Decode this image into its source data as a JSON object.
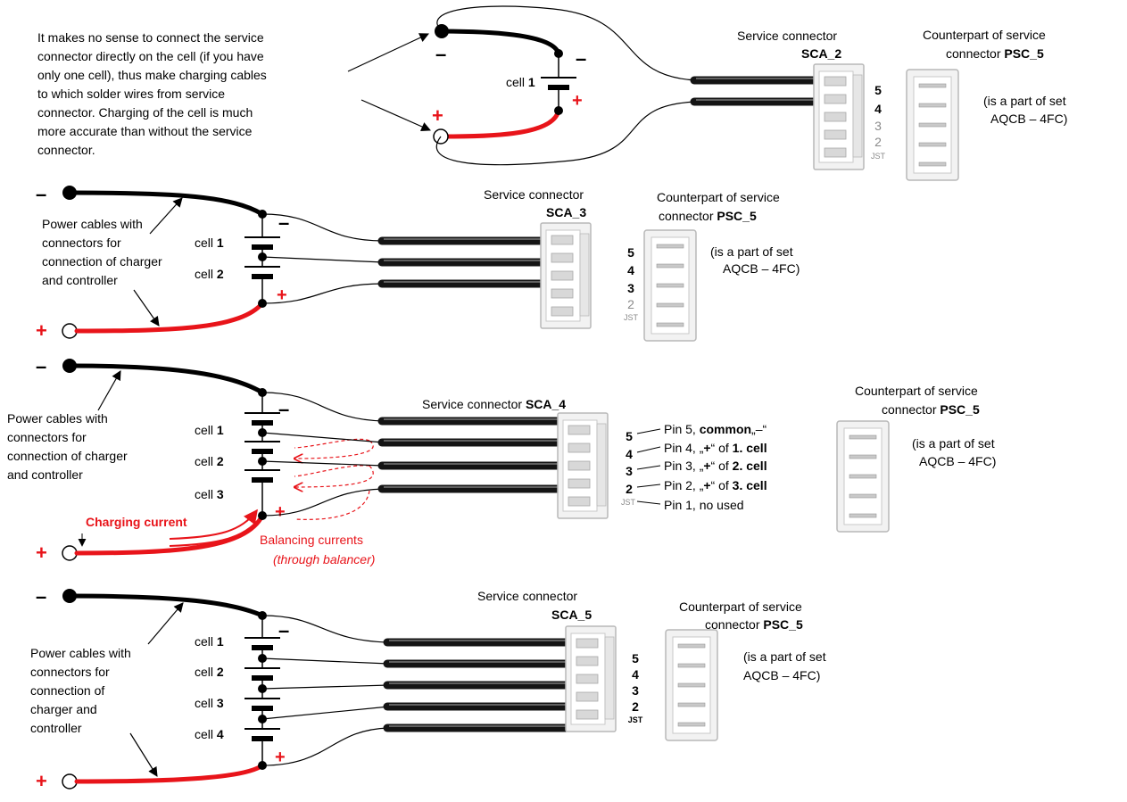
{
  "colors": {
    "positive_wire": "#e8141a",
    "negative_wire": "#000000",
    "pin_gray": "#8a8a8a"
  },
  "notes": {
    "intro_lines": [
      "It makes no sense to connect the service",
      "connector directly on the cell (if you have",
      "only one cell), thus make charging cables",
      "to which solder wires from service",
      "connector.  Charging of the cell is much",
      "more accurate than without the service",
      "connector."
    ],
    "power_cables_lines": [
      "Power cables with",
      "connectors for",
      "connection of charger",
      "and controller"
    ],
    "power_cables_lines_5": [
      "Power cables with",
      "connectors for",
      "connection of",
      "charger and",
      "controller"
    ],
    "charging_current": "Charging current",
    "balancing_currents": "Balancing currents",
    "through_balancer": "(through balancer)"
  },
  "symbols": {
    "minus": "–",
    "plus": "+"
  },
  "common": {
    "service_connector": "Service connector",
    "counterpart_line1": "Counterpart of service",
    "counterpart_line2": "connector",
    "counterpart_psc": "PSC_5",
    "set_line1": "(is a part of set",
    "set_line2": "AQCB – 4FC)",
    "cell_label": "cell",
    "jst": "JST"
  },
  "sections": [
    {
      "id": "sca2",
      "sca": "SCA_2",
      "cells": [
        "1"
      ],
      "pins": [
        "5",
        "4",
        "3",
        "2"
      ],
      "active_pins": [
        "5",
        "4"
      ]
    },
    {
      "id": "sca3",
      "sca": "SCA_3",
      "cells": [
        "1",
        "2"
      ],
      "pins": [
        "5",
        "4",
        "3",
        "2"
      ],
      "active_pins": [
        "5",
        "4",
        "3"
      ]
    },
    {
      "id": "sca4",
      "sca": "SCA_4",
      "cells": [
        "1",
        "2",
        "3"
      ],
      "pins": [
        "5",
        "4",
        "3",
        "2"
      ],
      "active_pins": [
        "5",
        "4",
        "3",
        "2"
      ]
    },
    {
      "id": "sca5",
      "sca": "SCA_5",
      "cells": [
        "1",
        "2",
        "3",
        "4"
      ],
      "pins": [
        "5",
        "4",
        "3",
        "2"
      ],
      "active_pins": [
        "5",
        "4",
        "3",
        "2"
      ]
    }
  ],
  "pin_descriptions": [
    {
      "prefix": "Pin 5, ",
      "bold": "common",
      "suffix": "„–“"
    },
    {
      "prefix": "Pin 4, „",
      "bold": "+",
      "suffix": "“ of ",
      "bold2": "1. cell"
    },
    {
      "prefix": "Pin 3, „",
      "bold": "+",
      "suffix": "“ of ",
      "bold2": "2. cell"
    },
    {
      "prefix": "Pin 2, „",
      "bold": "+",
      "suffix": "“ of ",
      "bold2": "3. cell"
    },
    {
      "prefix": "Pin 1, no used",
      "bold": "",
      "suffix": ""
    }
  ]
}
